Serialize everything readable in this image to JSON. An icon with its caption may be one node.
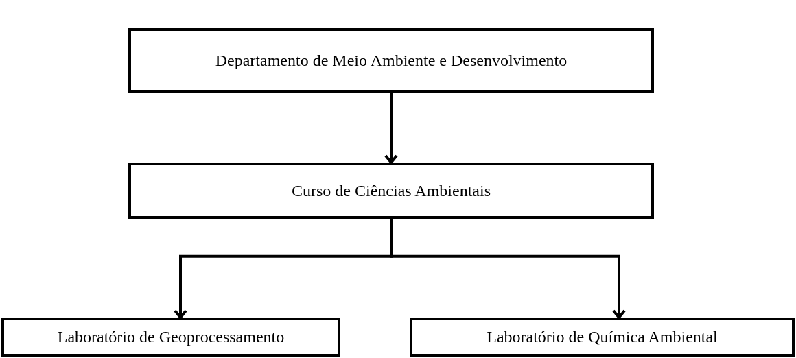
{
  "diagram": {
    "nodes": [
      {
        "text": [
          "Departamento de Meio Ambiente e Desenvolvimento"
        ]
      },
      {
        "text": [
          "Curso de Ciências Ambientais"
        ]
      },
      {
        "text": [
          "Laboratório de Geoprocessamento"
        ]
      },
      {
        "text": [
          "Laboratório de Química Ambiental"
        ]
      }
    ],
    "edges": [
      {
        "from": 0,
        "to": 1,
        "arrow": "to"
      },
      {
        "from": 1,
        "to": 2,
        "arrow": "to"
      },
      {
        "from": 1,
        "to": 3,
        "arrow": "to"
      }
    ]
  }
}
